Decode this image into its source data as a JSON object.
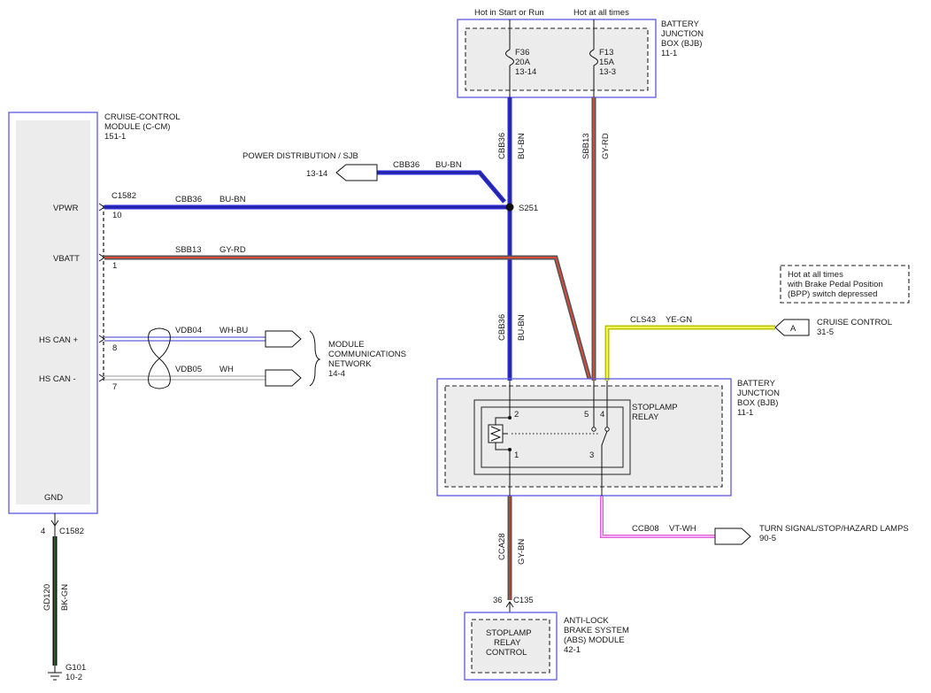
{
  "colors": {
    "blue_brown": "#2a2ad8",
    "gray_red_outer": "#555555",
    "gray_red_inner": "#d64a3a",
    "yellow_green_outer": "#b8c400",
    "yellow_green_inner": "#f2f25a",
    "violet_white": "#e060e0",
    "black_green": "#1f3a1f",
    "white_blue": "#3a3acc",
    "white": "#999999",
    "box_border": "#5a5ae6",
    "box_fill": "#ececec"
  },
  "top_labels": {
    "hot_start_run": "Hot in Start or Run",
    "hot_all_times": "Hot at all times"
  },
  "bjb_top": {
    "title_lines": [
      "BATTERY",
      "JUNCTION",
      "BOX (BJB)",
      "11-1"
    ],
    "fuse_f36": [
      "F36",
      "20A",
      "13-14"
    ],
    "fuse_f13": [
      "F13",
      "15A",
      "13-3"
    ]
  },
  "ccm": {
    "title_lines": [
      "CRUISE-CONTROL",
      "MODULE (C-CM)",
      "151-1"
    ],
    "pins": {
      "vpwr": "VPWR",
      "vbatt": "VBATT",
      "hscan_plus": "HS CAN +",
      "hscan_minus": "HS CAN -",
      "gnd": "GND"
    },
    "connector": "C1582",
    "pin_numbers": {
      "vpwr": "10",
      "vbatt": "1",
      "hscan_plus": "8",
      "hscan_minus": "7"
    }
  },
  "power_distribution": {
    "label": "POWER DISTRIBUTION / SJB",
    "ref": "13-14"
  },
  "wires": {
    "cbb36_label": "CBB36",
    "bu_bn": "BU-BN",
    "sbb13_label": "SBB13",
    "gy_rd": "GY-RD",
    "vdb04": "VDB04",
    "wh_bu": "WH-BU",
    "vdb05": "VDB05",
    "wh": "WH",
    "cls43": "CLS43",
    "ye_gn": "YE-GN",
    "ccb08": "CCB08",
    "vt_wh": "VT-WH",
    "cca28": "CCA28",
    "gy_bn": "GY-BN",
    "gd120": "GD120",
    "bk_gn": "BK-GN"
  },
  "splice": "S251",
  "network": {
    "lines": [
      "MODULE",
      "COMMUNICATIONS",
      "NETWORK",
      "14-4"
    ]
  },
  "bpp_note": {
    "lines": [
      "Hot at all times",
      "with Brake Pedal Position",
      "(BPP) switch depressed"
    ]
  },
  "cruise_control": {
    "connector_letter": "A",
    "lines": [
      "CRUISE CONTROL",
      "31-5"
    ]
  },
  "bjb_bottom": {
    "title_lines": [
      "BATTERY",
      "JUNCTION",
      "BOX (BJB)",
      "11-1"
    ],
    "relay_lines": [
      "STOPLAMP",
      "RELAY"
    ],
    "pins": {
      "p2": "2",
      "p5": "5",
      "p4": "4",
      "p1": "1",
      "p3": "3"
    }
  },
  "turn_signal": {
    "lines": [
      "TURN SIGNAL/STOP/HAZARD LAMPS",
      "90-5"
    ]
  },
  "abs": {
    "pin": "36",
    "connector": "C135",
    "title_lines": [
      "ANTI-LOCK",
      "BRAKE SYSTEM",
      "(ABS) MODULE",
      "42-1"
    ],
    "inner_lines": [
      "STOPLAMP",
      "RELAY",
      "CONTROL"
    ]
  },
  "ground": {
    "pin": "4",
    "connector": "C1582",
    "name": "G101",
    "ref": "10-2"
  }
}
